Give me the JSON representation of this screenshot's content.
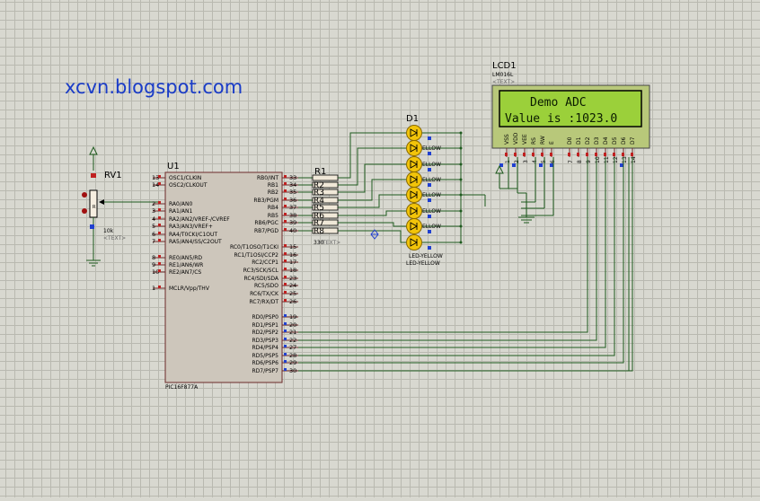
{
  "watermark": "xcvn.blogspot.com",
  "pot": {
    "ref": "RV1",
    "value": "10k",
    "text": "<TEXT>"
  },
  "mcu": {
    "ref": "U1",
    "part": "PIC16F877A",
    "left_pins": [
      {
        "num": "13",
        "name": "OSC1/CLKIN"
      },
      {
        "num": "14",
        "name": "OSC2/CLKOUT"
      },
      {
        "num": "2",
        "name": "RA0/AN0"
      },
      {
        "num": "3",
        "name": "RA1/AN1"
      },
      {
        "num": "4",
        "name": "RA2/AN2/VREF-/CVREF"
      },
      {
        "num": "5",
        "name": "RA3/AN3/VREF+"
      },
      {
        "num": "6",
        "name": "RA4/T0CKI/C1OUT"
      },
      {
        "num": "7",
        "name": "RA5/AN4/SS/C2OUT"
      },
      {
        "num": "8",
        "name": "RE0/AN5/RD"
      },
      {
        "num": "9",
        "name": "RE1/AN6/WR"
      },
      {
        "num": "10",
        "name": "RE2/AN7/CS"
      },
      {
        "num": "1",
        "name": "MCLR/Vpp/THV"
      }
    ],
    "right_pins": [
      {
        "num": "33",
        "name": "RB0/INT"
      },
      {
        "num": "34",
        "name": "RB1"
      },
      {
        "num": "35",
        "name": "RB2"
      },
      {
        "num": "36",
        "name": "RB3/PGM"
      },
      {
        "num": "37",
        "name": "RB4"
      },
      {
        "num": "38",
        "name": "RB5"
      },
      {
        "num": "39",
        "name": "RB6/PGC"
      },
      {
        "num": "40",
        "name": "RB7/PGD"
      },
      {
        "num": "15",
        "name": "RC0/T1OSO/T1CKI"
      },
      {
        "num": "16",
        "name": "RC1/T1OSI/CCP2"
      },
      {
        "num": "17",
        "name": "RC2/CCP1"
      },
      {
        "num": "18",
        "name": "RC3/SCK/SCL"
      },
      {
        "num": "23",
        "name": "RC4/SDI/SDA"
      },
      {
        "num": "24",
        "name": "RC5/SDO"
      },
      {
        "num": "25",
        "name": "RC6/TX/CK"
      },
      {
        "num": "26",
        "name": "RC7/RX/DT"
      },
      {
        "num": "19",
        "name": "RD0/PSP0"
      },
      {
        "num": "20",
        "name": "RD1/PSP1"
      },
      {
        "num": "21",
        "name": "RD2/PSP2"
      },
      {
        "num": "22",
        "name": "RD3/PSP3"
      },
      {
        "num": "27",
        "name": "RD4/PSP4"
      },
      {
        "num": "28",
        "name": "RD5/PSP5"
      },
      {
        "num": "29",
        "name": "RD6/PSP6"
      },
      {
        "num": "30",
        "name": "RD7/PSP7"
      }
    ]
  },
  "resistors": {
    "ref": "R1",
    "labels": [
      "R2",
      "R3",
      "R4",
      "R5",
      "R6",
      "R7",
      "R8"
    ],
    "value": "330",
    "text": "<TEXT>"
  },
  "leds": {
    "ref": "D1",
    "label": "LED-YELLOW",
    "label2": "LED-YELLOW",
    "partial": "ELLOW"
  },
  "lcd": {
    "ref": "LCD1",
    "part": "LM016L",
    "text": "<TEXT>",
    "line1": "Demo ADC",
    "line2": "Value is :1023.0",
    "pins": [
      "VSS",
      "VDD",
      "VEE",
      "RS",
      "RW",
      "E",
      "D0",
      "D1",
      "D2",
      "D3",
      "D4",
      "D5",
      "D6",
      "D7"
    ],
    "pin_nums": [
      "1",
      "2",
      "3",
      "4",
      "5",
      "6",
      "7",
      "8",
      "9",
      "10",
      "11",
      "12",
      "13",
      "14"
    ]
  },
  "colors": {
    "wire": "#1e5a1e",
    "led": "#f2c40a",
    "lcd_bg": "#b8c87a",
    "lcd_screen": "#9bd03a",
    "ic_body": "#cdc6bb"
  }
}
